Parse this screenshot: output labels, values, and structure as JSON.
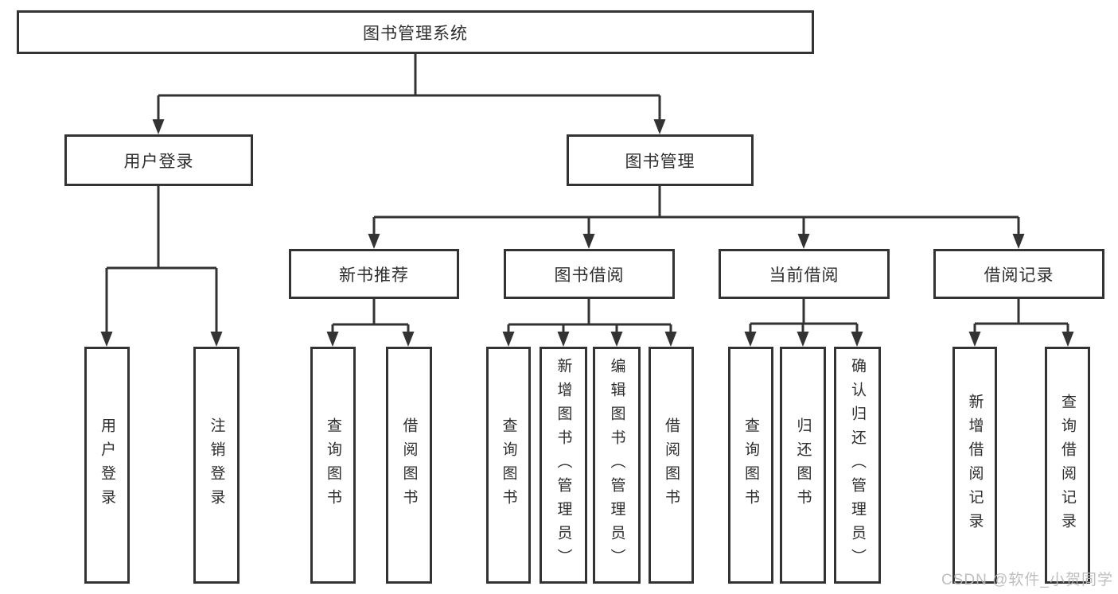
{
  "diagram_type": "hierarchy-tree",
  "colors": {
    "line": "#333333",
    "box_border": "#333333",
    "box_background": "#ffffff",
    "text": "#2d2d2d",
    "watermark": "#b8b8b8"
  },
  "root": {
    "label": "图书管理系统"
  },
  "branches": [
    {
      "label": "用户登录",
      "children": [
        "用户登录",
        "注销登录"
      ]
    },
    {
      "label": "图书管理",
      "sections": [
        {
          "label": "新书推荐",
          "children": [
            "查询图书",
            "借阅图书"
          ]
        },
        {
          "label": "图书借阅",
          "children": [
            "查询图书",
            "新增图书（管理员）",
            "编辑图书（管理员）",
            "借阅图书"
          ]
        },
        {
          "label": "当前借阅",
          "children": [
            "查询图书",
            "归还图书",
            "确认归还（管理员）"
          ]
        },
        {
          "label": "借阅记录",
          "children": [
            "新增借阅记录",
            "查询借阅记录"
          ]
        }
      ]
    }
  ],
  "watermark": {
    "text": "CSDN @软件_小贺同学"
  }
}
